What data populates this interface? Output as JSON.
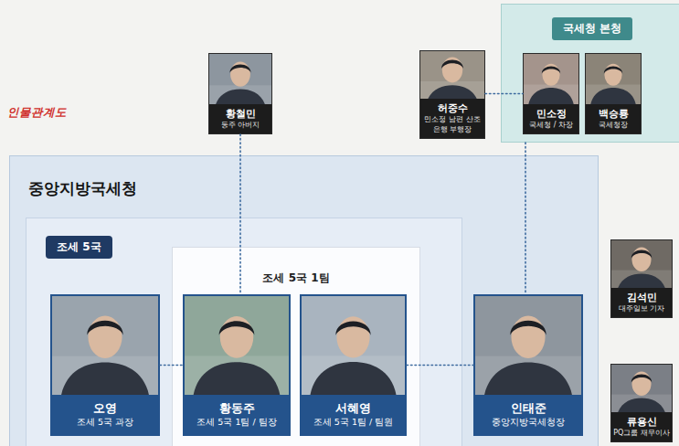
{
  "diagram": {
    "nodes": [
      {
        "text": [
          "황철민",
          "동주 아버지"
        ]
      },
      {
        "text": [
          "허중수",
          "민소정 남편 산조은행 부행장"
        ]
      },
      {
        "text": [
          "국세청 본청"
        ]
      },
      {
        "text": [
          "민소정",
          "국세청 / 차장"
        ],
        "in": 2
      },
      {
        "text": [
          "백승룡",
          "국세청장"
        ],
        "in": 2
      },
      {
        "text": [
          "중앙지방국세청"
        ]
      },
      {
        "text": [
          "조세 5국"
        ],
        "in": 5
      },
      {
        "text": [
          "조세 5국 1팀"
        ],
        "in": 6
      },
      {
        "text": [
          "오영",
          "조세 5국 과장"
        ],
        "in": 6
      },
      {
        "text": [
          "황동주",
          "조세 5국 1팀 / 팀장"
        ],
        "in": 7
      },
      {
        "text": [
          "서혜영",
          "조세 5국 1팀 / 팀원"
        ],
        "in": 7
      },
      {
        "text": [
          "인태준",
          "중앙지방국세청장"
        ],
        "in": 5
      },
      {
        "text": [
          "김석민",
          "대주일보 기자"
        ]
      },
      {
        "text": [
          "류용신",
          "PQ그룹 재무이사"
        ]
      }
    ],
    "edges": [
      {
        "from": 0,
        "to": 9,
        "arrow": "none"
      },
      {
        "from": 1,
        "to": 3,
        "arrow": "none"
      },
      {
        "from": 2,
        "to": 11,
        "arrow": "none"
      },
      {
        "from": 8,
        "to": 9,
        "arrow": "none"
      },
      {
        "from": 10,
        "to": 11,
        "arrow": "none"
      }
    ],
    "labels": [
      "인물관계도"
    ]
  }
}
